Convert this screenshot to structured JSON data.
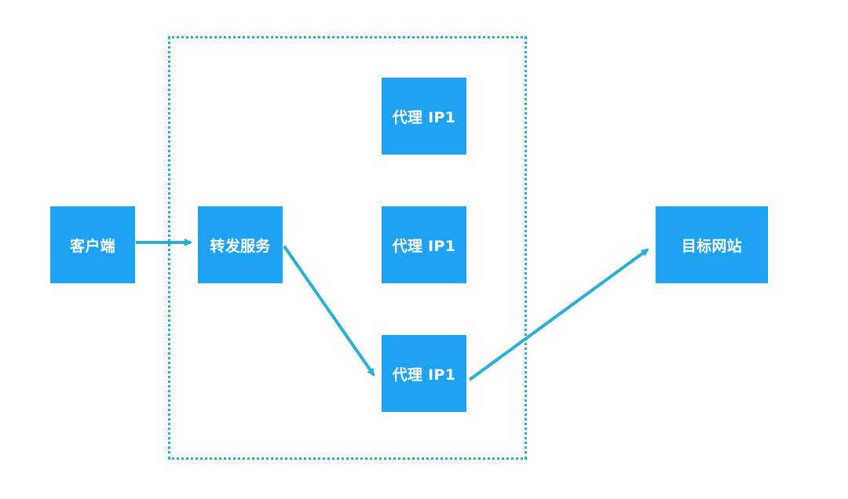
{
  "nodes": {
    "client": "客户端",
    "forward_service": "转发服务",
    "proxy_1": "代理 IP1",
    "proxy_2": "代理 IP1",
    "proxy_3": "代理 IP1",
    "target_site": "目标网站"
  },
  "colors": {
    "node_fill": "#1ea2f2",
    "node_text": "#ffffff",
    "arrow": "#2aaed4",
    "group_border": "#2aaed4",
    "background": "#ffffff"
  },
  "edges": [
    {
      "from": "client",
      "to": "forward_service"
    },
    {
      "from": "forward_service",
      "to": "proxy_3"
    },
    {
      "from": "proxy_3",
      "to": "target_site"
    }
  ]
}
